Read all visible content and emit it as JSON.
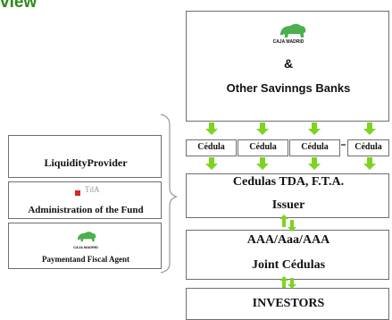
{
  "heading": "view",
  "top_box": {
    "logo_text": "CAJA MADRID",
    "ampersand": "&",
    "label": "Other Savinngs Banks"
  },
  "cedulas": [
    "Cédula",
    "Cédula",
    "Cédula",
    "Cédula"
  ],
  "issuer_box": {
    "line1": "Cedulas TDA, F.T.A.",
    "line2": "Issuer"
  },
  "joint_box": {
    "rating": "AAA/Aaa/AAA",
    "label": "Joint Cédulas"
  },
  "investors_box": {
    "label": "INVESTORS"
  },
  "left_boxes": {
    "liquidity": "LiquidityProvider",
    "admin_logo": "TdA",
    "admin": "Administration of the Fund",
    "paying_logo_text": "CAJA MADRID",
    "paying": "Paymentand Fiscal Agent"
  },
  "colors": {
    "arrow": "#7ed321",
    "heading": "#2e8a18",
    "bear": "#4caf50",
    "border": "#6e6e6e"
  }
}
